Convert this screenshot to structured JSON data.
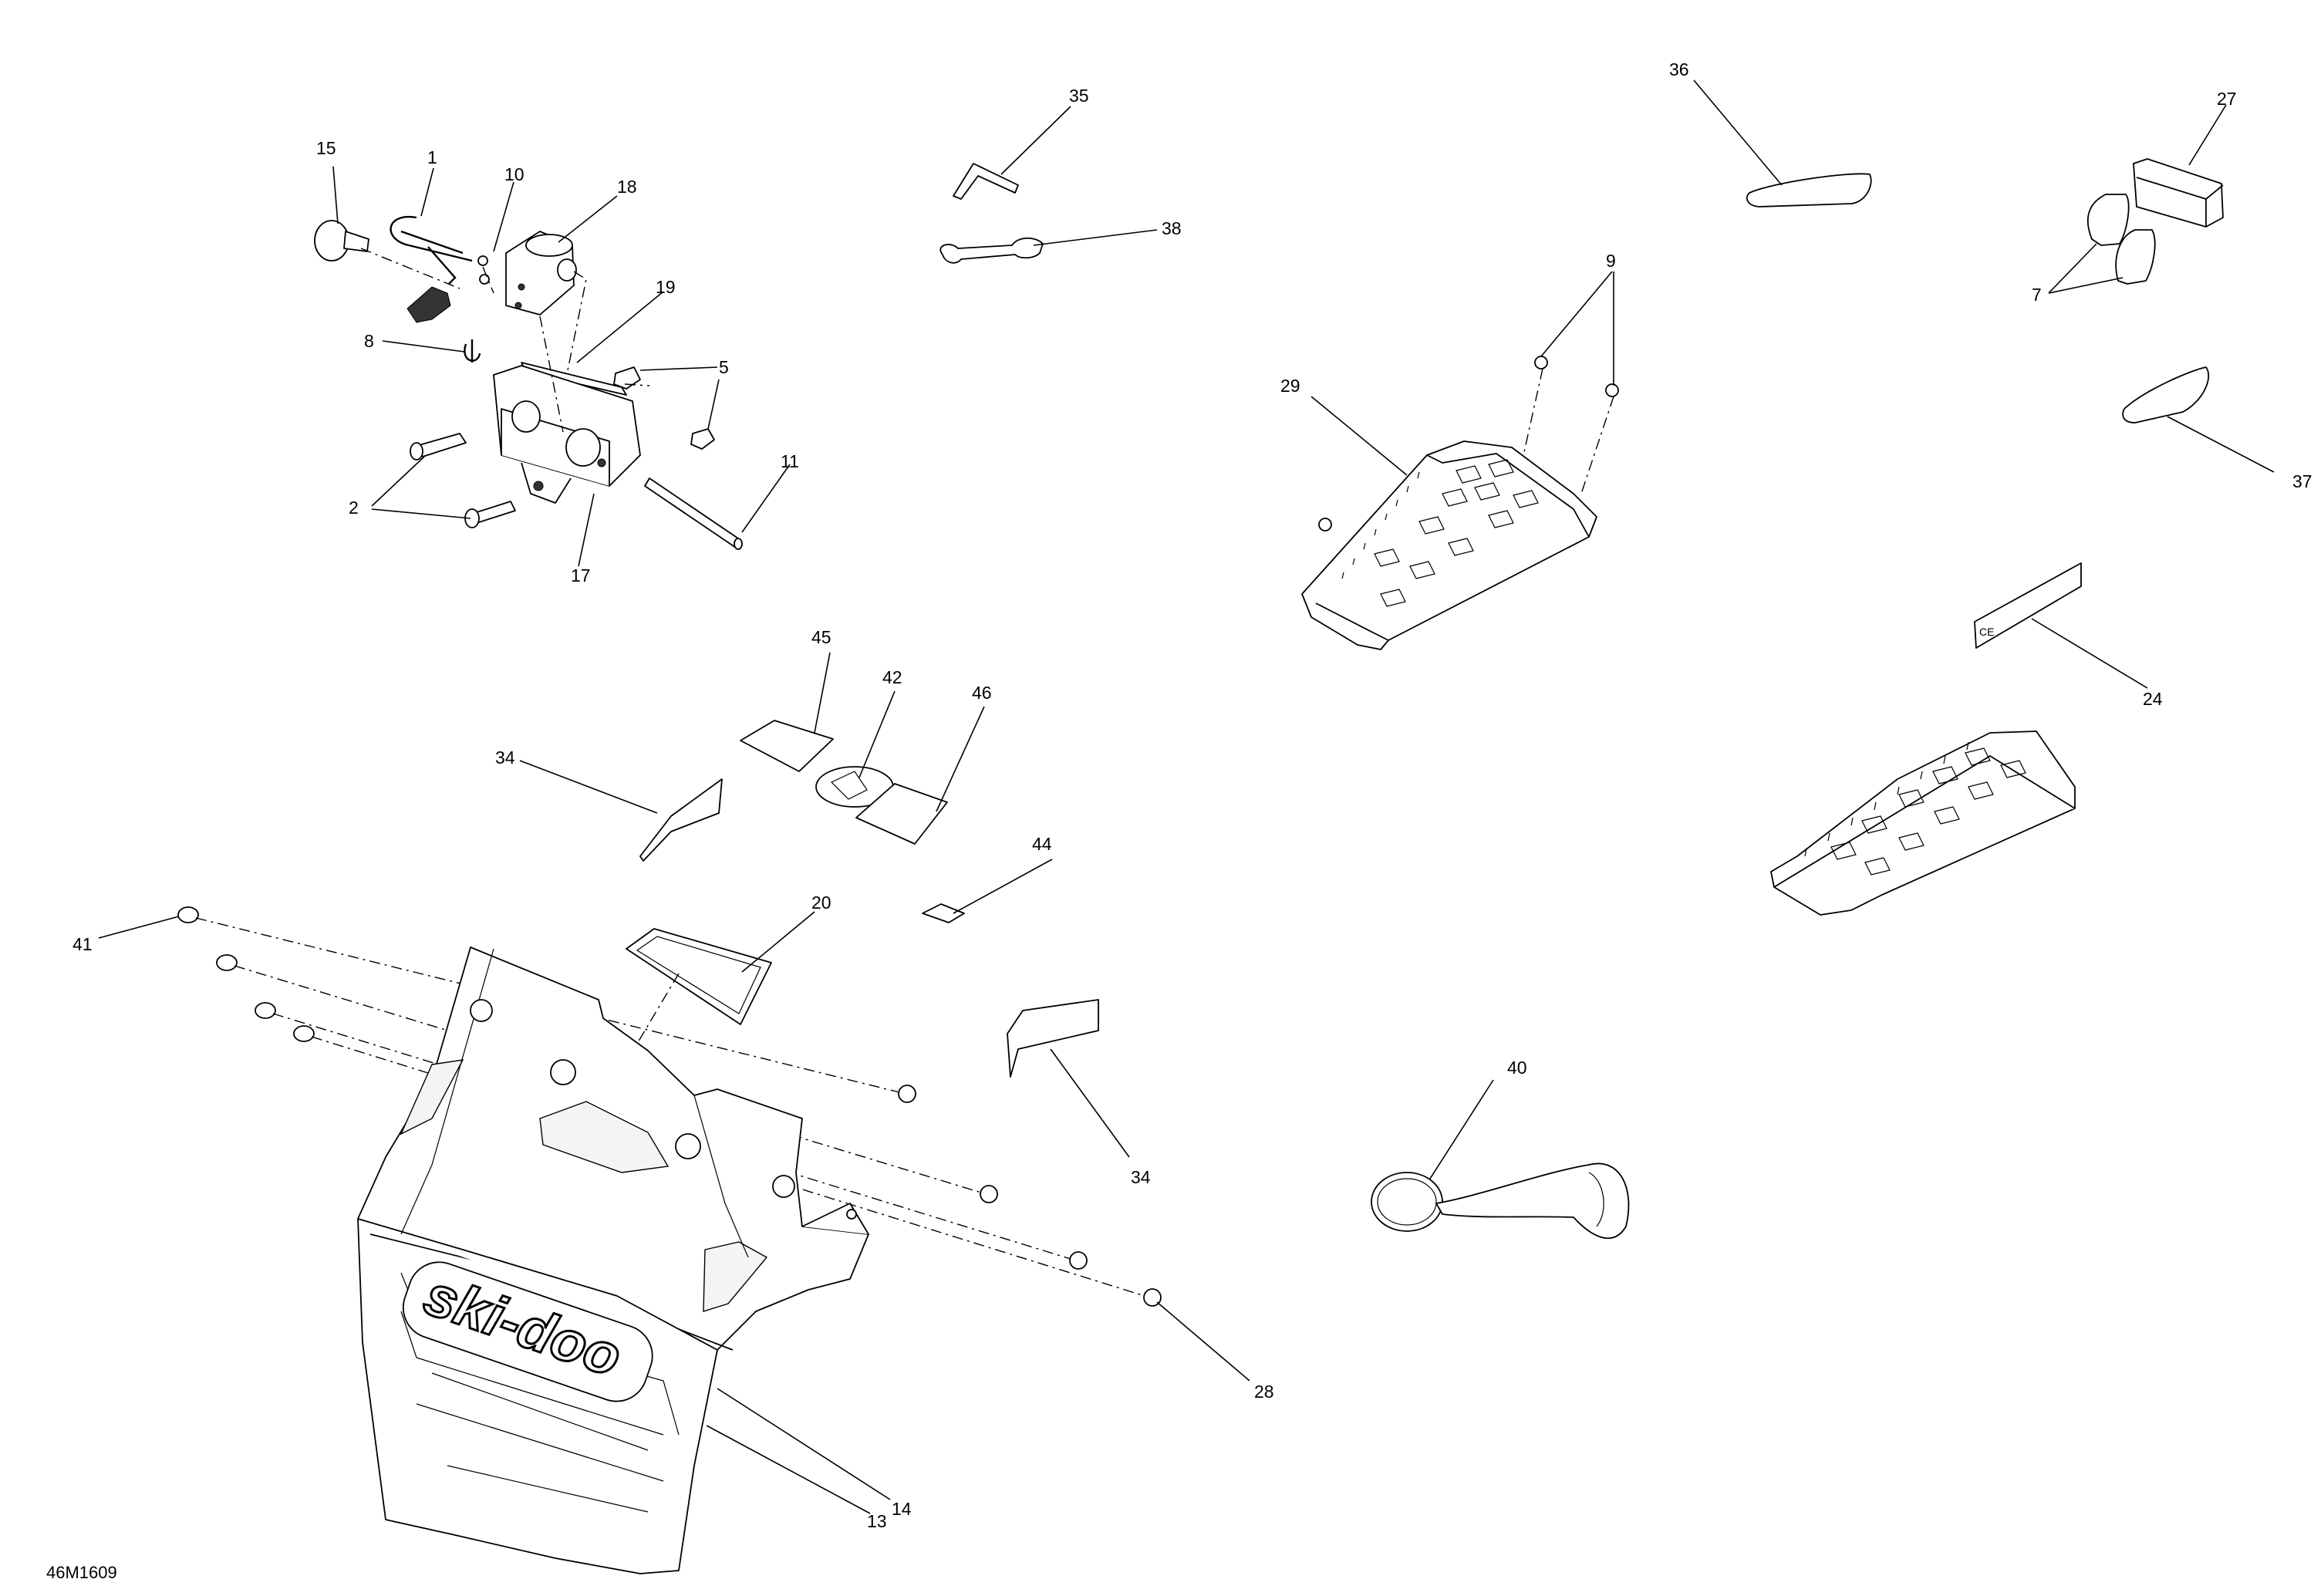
{
  "drawing_code": "46M1609",
  "logo_text": "ski-doo",
  "callouts": [
    {
      "id": "c1",
      "label": "1"
    },
    {
      "id": "c2",
      "label": "2"
    },
    {
      "id": "c5",
      "label": "5"
    },
    {
      "id": "c7",
      "label": "7"
    },
    {
      "id": "c8",
      "label": "8"
    },
    {
      "id": "c9",
      "label": "9"
    },
    {
      "id": "c10",
      "label": "10"
    },
    {
      "id": "c11",
      "label": "11"
    },
    {
      "id": "c13",
      "label": "13"
    },
    {
      "id": "c14",
      "label": "14"
    },
    {
      "id": "c15",
      "label": "15"
    },
    {
      "id": "c17",
      "label": "17"
    },
    {
      "id": "c18",
      "label": "18"
    },
    {
      "id": "c19",
      "label": "19"
    },
    {
      "id": "c20",
      "label": "20"
    },
    {
      "id": "c24",
      "label": "24"
    },
    {
      "id": "c27",
      "label": "27"
    },
    {
      "id": "c28",
      "label": "28"
    },
    {
      "id": "c29",
      "label": "29"
    },
    {
      "id": "c34a",
      "label": "34"
    },
    {
      "id": "c34b",
      "label": "34"
    },
    {
      "id": "c35",
      "label": "35"
    },
    {
      "id": "c36",
      "label": "36"
    },
    {
      "id": "c37",
      "label": "37"
    },
    {
      "id": "c38",
      "label": "38"
    },
    {
      "id": "c40",
      "label": "40"
    },
    {
      "id": "c41",
      "label": "41"
    },
    {
      "id": "c42",
      "label": "42"
    },
    {
      "id": "c44",
      "label": "44"
    },
    {
      "id": "c45",
      "label": "45"
    },
    {
      "id": "c46",
      "label": "46"
    }
  ]
}
